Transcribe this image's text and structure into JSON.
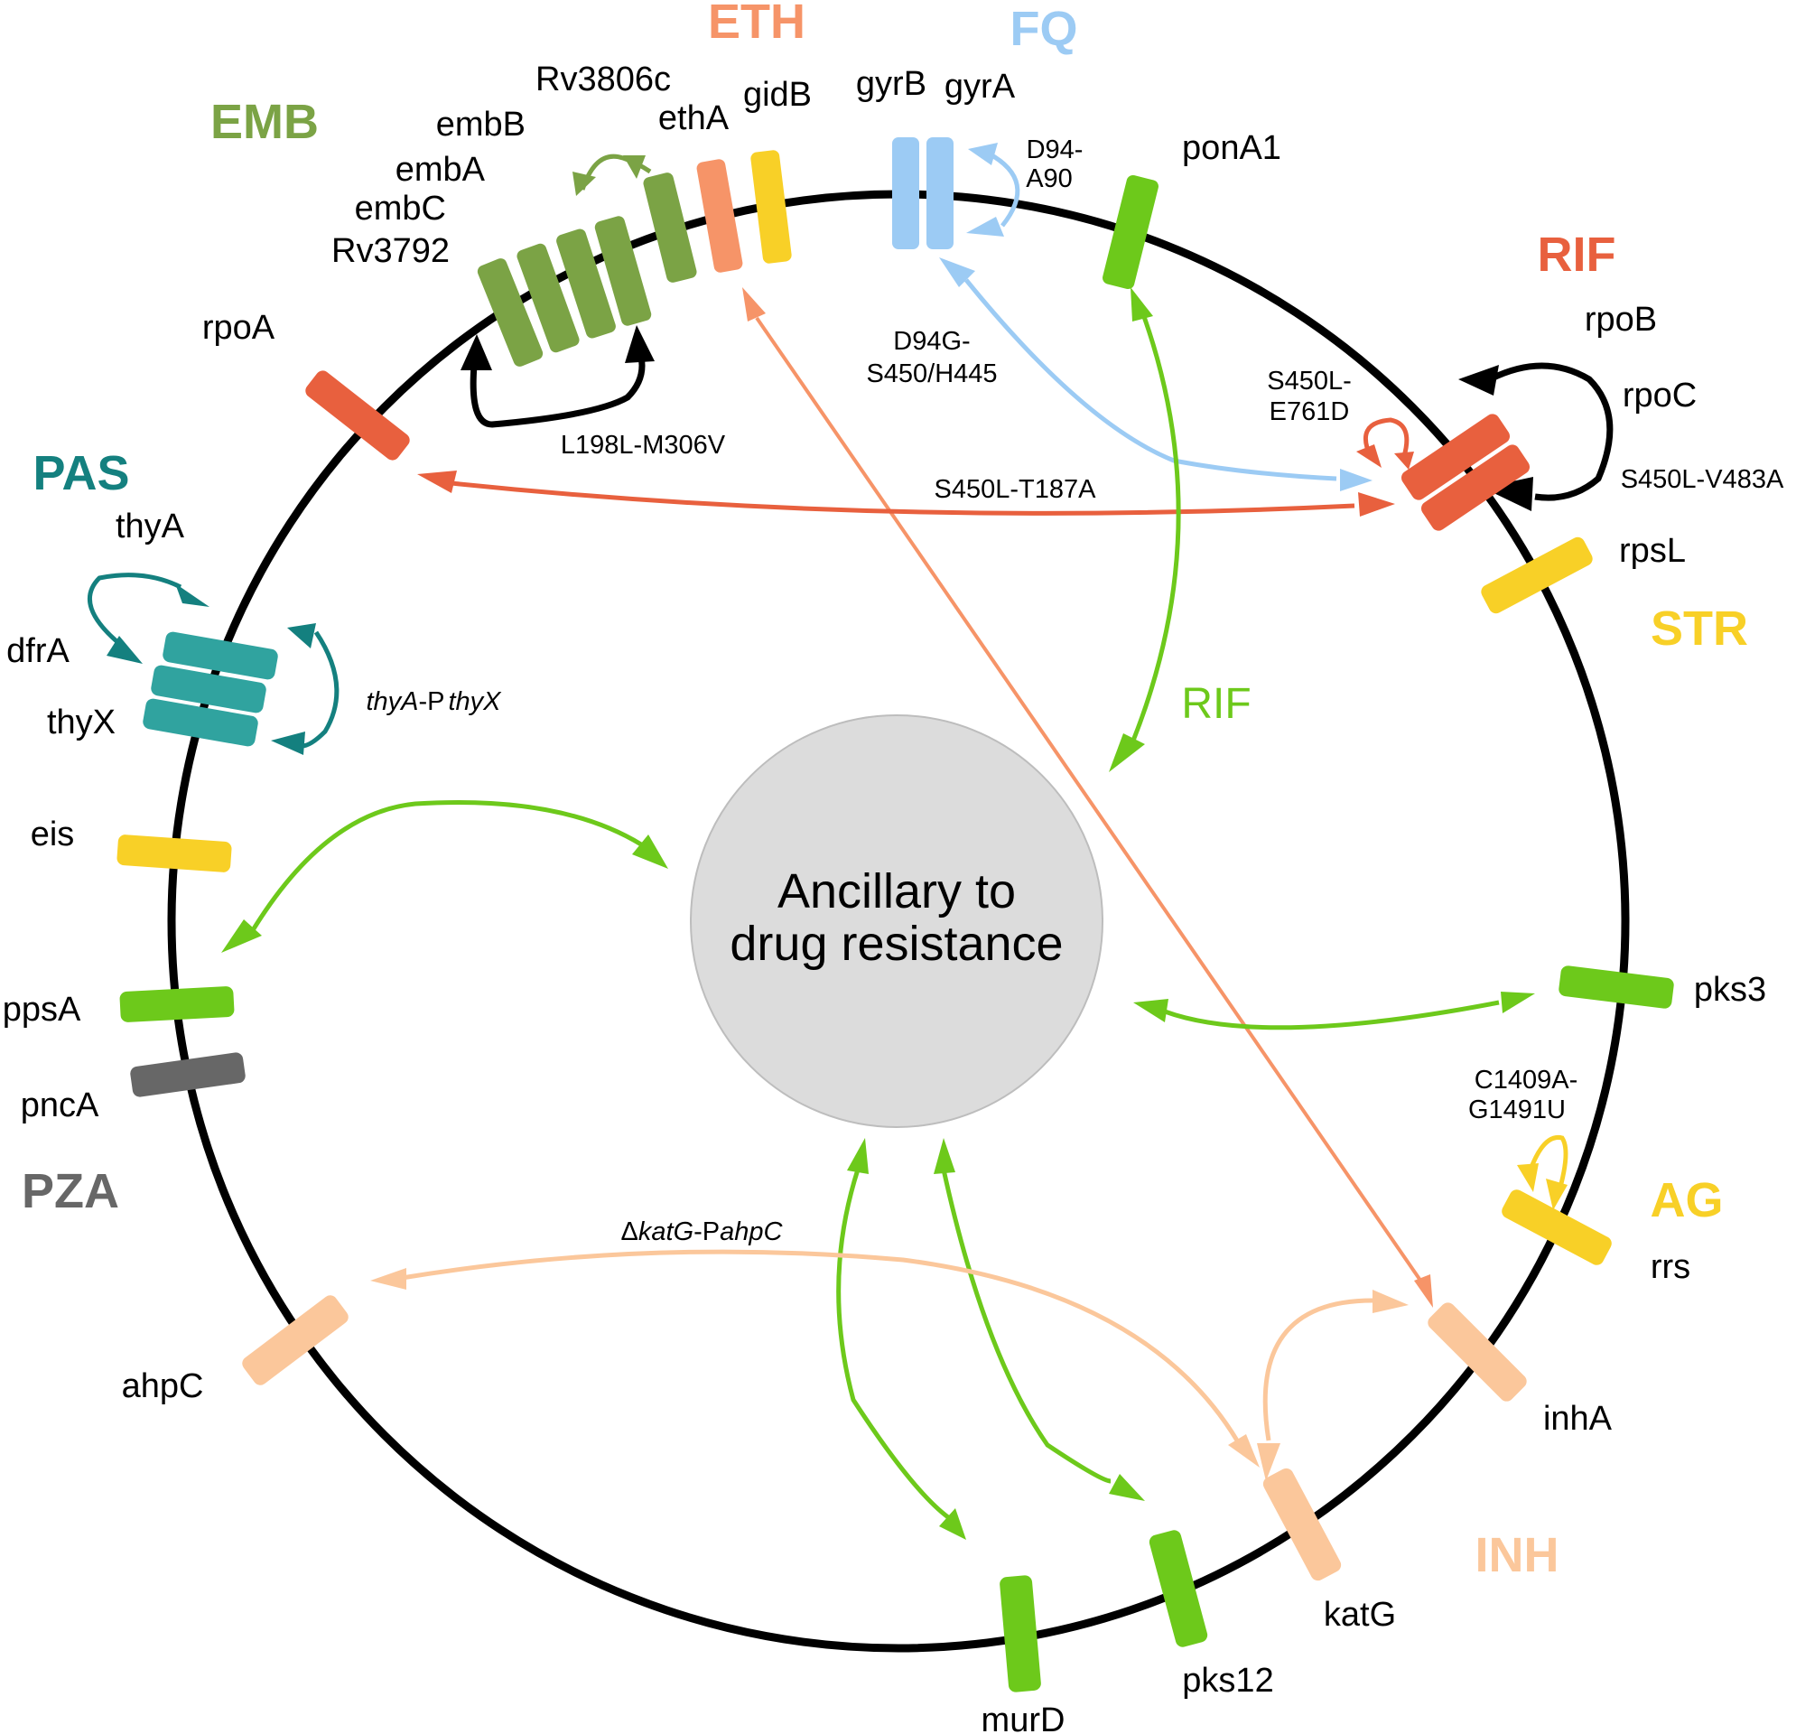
{
  "center": {
    "line1": "Ancillary to",
    "line2": "drug resistance"
  },
  "colors": {
    "EMB": "#7ba345",
    "ETH": "#f69468",
    "FQ": "#9ccbf4",
    "RIF": "#e8603e",
    "STR": "#f8d027",
    "AG": "#f8d027",
    "INH": "#fbc79b",
    "PZA": "#676767",
    "PAS": "#14807f",
    "ancillary": "#6dc91b"
  },
  "drugs": {
    "EMB": "EMB",
    "ETH": "ETH",
    "FQ": "FQ",
    "RIF": "RIF",
    "STR": "STR",
    "AG": "AG",
    "INH": "INH",
    "PZA": "PZA",
    "PAS": "PAS",
    "RIF_ancillary": "RIF"
  },
  "genes": {
    "rv3806c": "Rv3806c",
    "embB": "embB",
    "embA": "embA",
    "embC": "embC",
    "rv3792": "Rv3792",
    "ethA": "ethA",
    "gidB": "gidB",
    "gyrB": "gyrB",
    "gyrA": "gyrA",
    "ponA1": "ponA1",
    "rpoB": "rpoB",
    "rpoC": "rpoC",
    "rpsL": "rpsL",
    "rpoA": "rpoA",
    "thyA": "thyA",
    "dfrA": "dfrA",
    "thyX": "thyX",
    "eis": "eis",
    "ppsA": "ppsA",
    "pncA": "pncA",
    "pks3": "pks3",
    "rrs": "rrs",
    "inhA": "inhA",
    "ahpC": "ahpC",
    "katG": "katG",
    "pks12": "pks12",
    "murD": "murD"
  },
  "mutations": {
    "d94_a90_l1": "D94-",
    "d94_a90_l2": "A90",
    "d94g_l1": "D94G-",
    "d94g_l2": "S450/H445",
    "s450l_e761d_l1": "S450L-",
    "s450l_e761d_l2": "E761D",
    "s450l_v483a": "S450L-V483A",
    "s450l_t187a": "S450L-T187A",
    "l198l_m306v": "L198L-M306V",
    "c1409a_l1": "C1409A-",
    "c1409a_l2": "G1491U",
    "thya_p_a": "thyA",
    "thya_p_b": "-P",
    "thya_p_c": "thyX",
    "katg_p_a": "Δ",
    "katg_p_b": "katG",
    "katg_p_c": "-P",
    "katg_p_d": "ahpC"
  }
}
